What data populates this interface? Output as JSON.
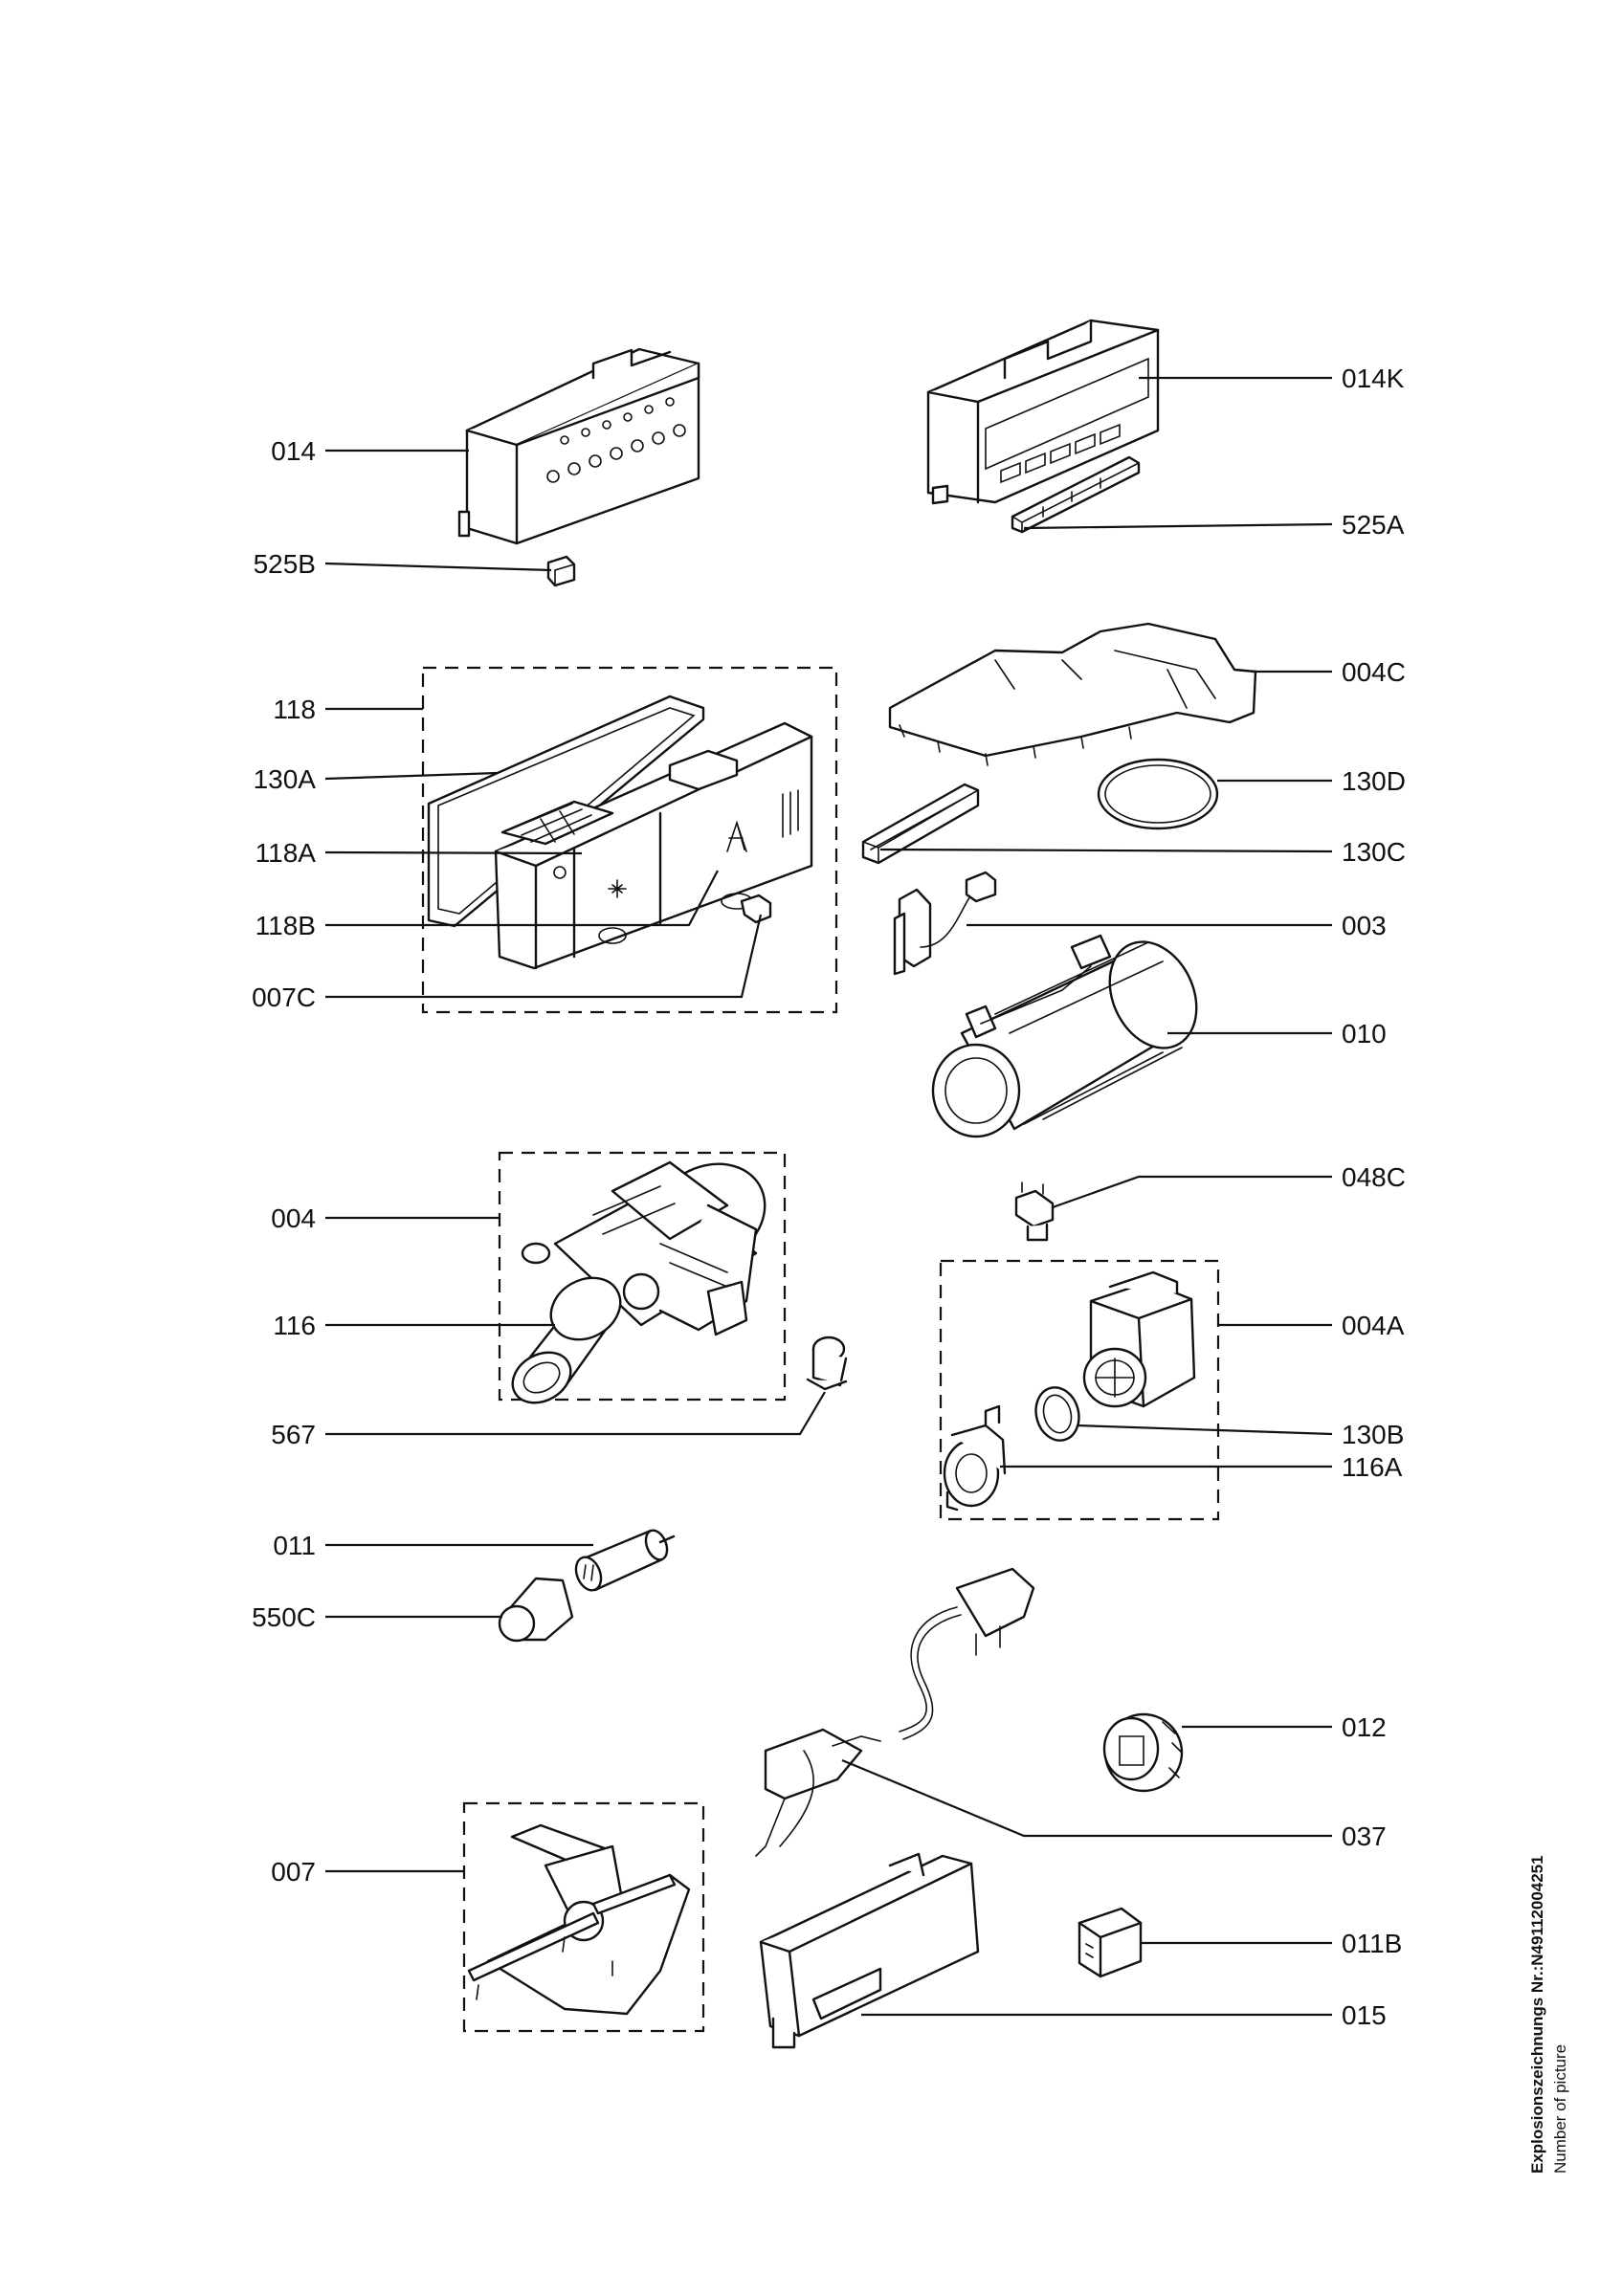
{
  "parts": {
    "p014": "014",
    "p525B": "525B",
    "p118": "118",
    "p130A": "130A",
    "p118A": "118A",
    "p118B": "118B",
    "p007C": "007C",
    "p004": "004",
    "p116": "116",
    "p567": "567",
    "p011": "011",
    "p550C": "550C",
    "p007": "007",
    "p014K": "014K",
    "p525A": "525A",
    "p004C": "004C",
    "p130D": "130D",
    "p130C": "130C",
    "p003": "003",
    "p010": "010",
    "p048C": "048C",
    "p004A": "004A",
    "p130B": "130B",
    "p116A": "116A",
    "p012": "012",
    "p037": "037",
    "p011B": "011B",
    "p015": "015"
  },
  "footer": {
    "drawing_number": "Explosionszeichnungs Nr.:N49112004251",
    "picture_caption": "Number of picture"
  }
}
